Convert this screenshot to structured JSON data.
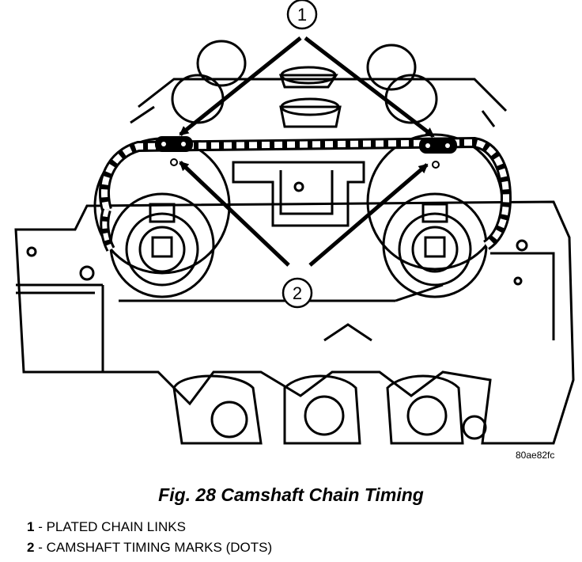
{
  "callouts": [
    {
      "number": "1"
    },
    {
      "number": "2"
    }
  ],
  "figure_code": "80ae82fc",
  "caption": "Fig. 28 Camshaft Chain Timing",
  "legend": [
    {
      "number": "1",
      "sep": " - ",
      "text": "PLATED CHAIN LINKS"
    },
    {
      "number": "2",
      "sep": " - ",
      "text": "CAMSHAFT TIMING MARKS (DOTS)"
    }
  ]
}
